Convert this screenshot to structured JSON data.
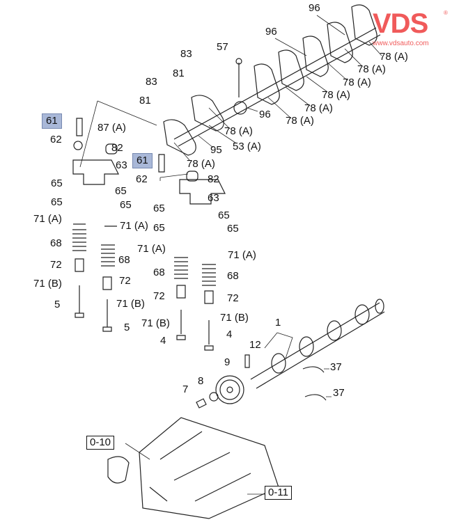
{
  "logo": {
    "brand": "VDS",
    "url": "www.vdsauto.com",
    "reg": "®",
    "color": "#f05a5a"
  },
  "highlight_color": "#a9b8d8",
  "labels": [
    "96",
    "96",
    "83",
    "57",
    "81",
    "83",
    "78 (A)",
    "78 (A)",
    "78 (A)",
    "78 (A)",
    "78 (A)",
    "78 (A)",
    "96",
    "78 (A)",
    "53 (A)",
    "95",
    "78 (A)",
    "81",
    "87 (A)",
    "62",
    "82",
    "63",
    "62",
    "82",
    "63",
    "65",
    "65",
    "65",
    "65",
    "71 (A)",
    "71 (A)",
    "65",
    "65",
    "65",
    "65",
    "71 (A)",
    "71 (A)",
    "68",
    "68",
    "68",
    "68",
    "72",
    "72",
    "72",
    "72",
    "71 (B)",
    "71 (B)",
    "71 (B)",
    "71 (B)",
    "5",
    "5",
    "4",
    "4",
    "1",
    "12",
    "9",
    "8",
    "7",
    "37",
    "37"
  ],
  "highlighted": [
    "61",
    "61"
  ],
  "refs": [
    "0-10",
    "0-11"
  ]
}
